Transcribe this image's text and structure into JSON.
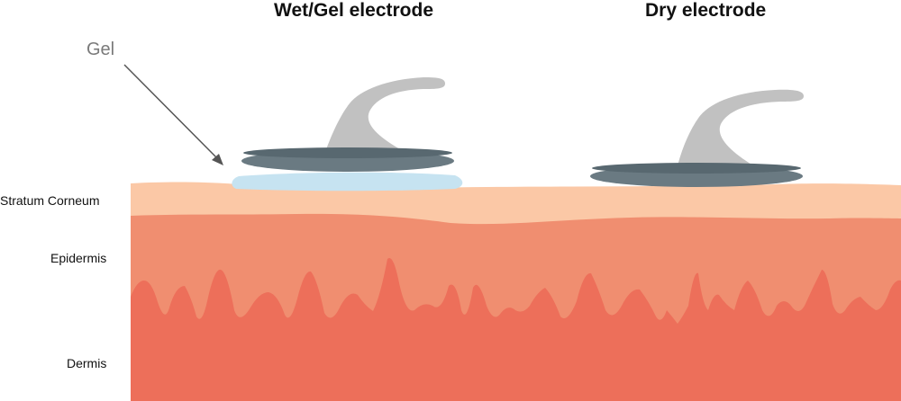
{
  "titles": {
    "wet": "Wet/Gel electrode",
    "dry": "Dry electrode"
  },
  "labels": {
    "gel": "Gel",
    "stratum_corneum": "Stratum Corneum",
    "epidermis": "Epidermis",
    "dermis": "Dermis"
  },
  "colors": {
    "stratum_corneum": "#fbc8a6",
    "epidermis": "#f08e70",
    "dermis": "#ed6f5a",
    "gel": "#c6e3f1",
    "electrode_disc": "#6a7a82",
    "electrode_handle": "#c1c1c1",
    "arrow": "#555555"
  }
}
